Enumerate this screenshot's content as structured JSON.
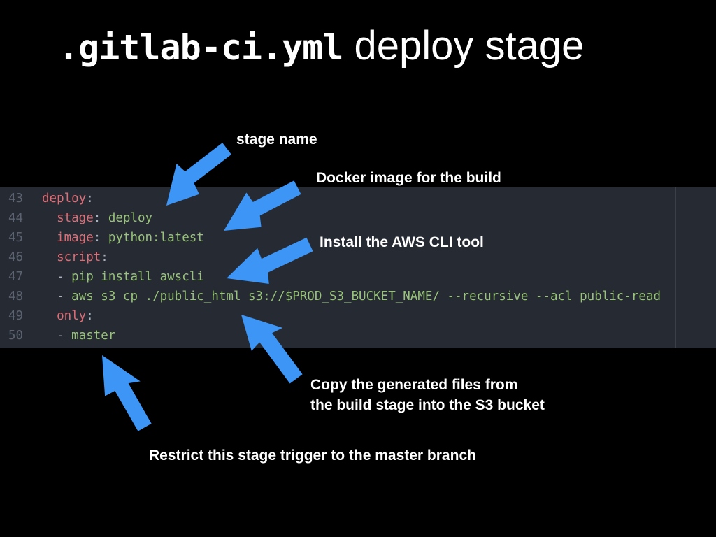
{
  "title": {
    "code": ".gitlab-ci.yml",
    "text": "deploy stage"
  },
  "code_lines": [
    {
      "num": "43",
      "tokens": [
        {
          "t": "deploy",
          "c": "k"
        },
        {
          "t": ":",
          "c": "p"
        }
      ]
    },
    {
      "num": "44",
      "tokens": [
        {
          "t": "  stage",
          "c": "k"
        },
        {
          "t": ": ",
          "c": "p"
        },
        {
          "t": "deploy",
          "c": "s"
        }
      ]
    },
    {
      "num": "45",
      "tokens": [
        {
          "t": "  image",
          "c": "k"
        },
        {
          "t": ": ",
          "c": "p"
        },
        {
          "t": "python:latest",
          "c": "s"
        }
      ]
    },
    {
      "num": "46",
      "tokens": [
        {
          "t": "  script",
          "c": "k"
        },
        {
          "t": ":",
          "c": "p"
        }
      ]
    },
    {
      "num": "47",
      "tokens": [
        {
          "t": "  - ",
          "c": "p"
        },
        {
          "t": "pip install awscli",
          "c": "s"
        }
      ]
    },
    {
      "num": "48",
      "tokens": [
        {
          "t": "  - ",
          "c": "p"
        },
        {
          "t": "aws s3 cp ./public_html s3://$PROD_S3_BUCKET_NAME/ --recursive --acl public-read",
          "c": "s"
        }
      ]
    },
    {
      "num": "49",
      "tokens": [
        {
          "t": "  only",
          "c": "k"
        },
        {
          "t": ":",
          "c": "p"
        }
      ]
    },
    {
      "num": "50",
      "tokens": [
        {
          "t": "  - ",
          "c": "p"
        },
        {
          "t": "master",
          "c": "s"
        }
      ]
    }
  ],
  "annotations": {
    "stage_name": "stage name",
    "docker_image": "Docker image for the build",
    "install_aws": "Install the AWS CLI tool",
    "copy_files_line1": "Copy the generated files from",
    "copy_files_line2": "the build stage into the S3 bucket",
    "restrict_trigger": "Restrict this stage trigger to the master branch"
  },
  "colors": {
    "background": "#000000",
    "code_background": "#262a33",
    "arrow": "#3d95f5",
    "keyword": "#e06c75",
    "string": "#98c379",
    "line_number": "#5c6370"
  }
}
